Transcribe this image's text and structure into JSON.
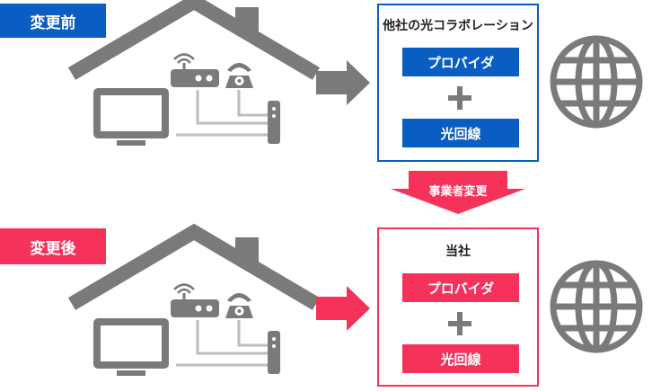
{
  "before": {
    "tag": "変更前",
    "box_title": "他社の光コラボレーション",
    "provider": "プロバイダ",
    "line": "光回線"
  },
  "change_label": "事業者変更",
  "after": {
    "tag": "変更後",
    "box_title": "当社",
    "provider": "プロバイダ",
    "line": "光回線"
  },
  "colors": {
    "blue": "#0a5dc2",
    "pink": "#f4325a",
    "gray": "#7a7a7a",
    "light_gray": "#bdbdbd"
  },
  "icons": [
    "house-icon",
    "tv-icon",
    "router-icon",
    "telephone-icon",
    "onu-icon",
    "arrow-icon",
    "globe-icon"
  ]
}
